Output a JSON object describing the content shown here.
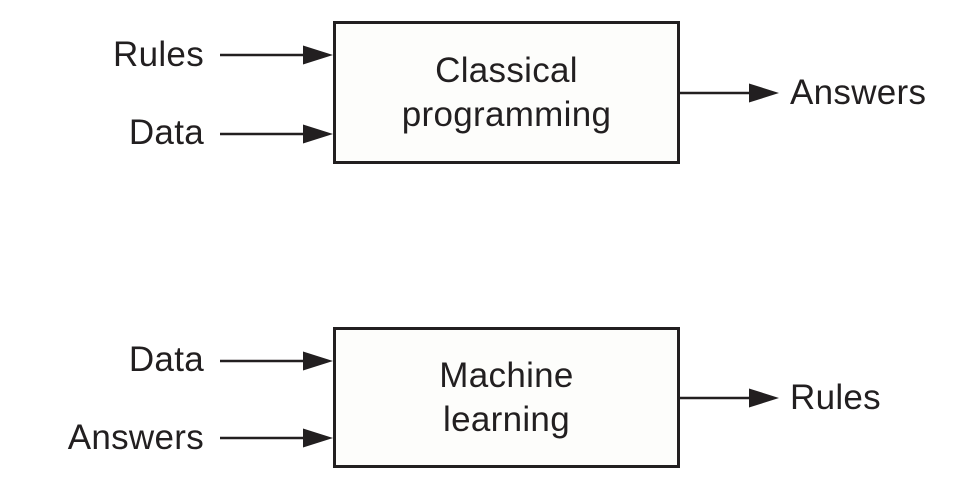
{
  "diagram": {
    "description": "Two data-flow diagrams comparing classical programming and machine learning",
    "colors": {
      "ink": "#221f20",
      "background": "#ffffff",
      "box_fill": "#fdfdfb"
    },
    "flows": [
      {
        "name": "classical-programming",
        "inputs": [
          {
            "label": "Rules"
          },
          {
            "label": "Data"
          }
        ],
        "box": {
          "line1": "Classical",
          "line2": "programming"
        },
        "output": {
          "label": "Answers"
        }
      },
      {
        "name": "machine-learning",
        "inputs": [
          {
            "label": "Data"
          },
          {
            "label": "Answers"
          }
        ],
        "box": {
          "line1": "Machine",
          "line2": "learning"
        },
        "output": {
          "label": "Rules"
        }
      }
    ]
  }
}
